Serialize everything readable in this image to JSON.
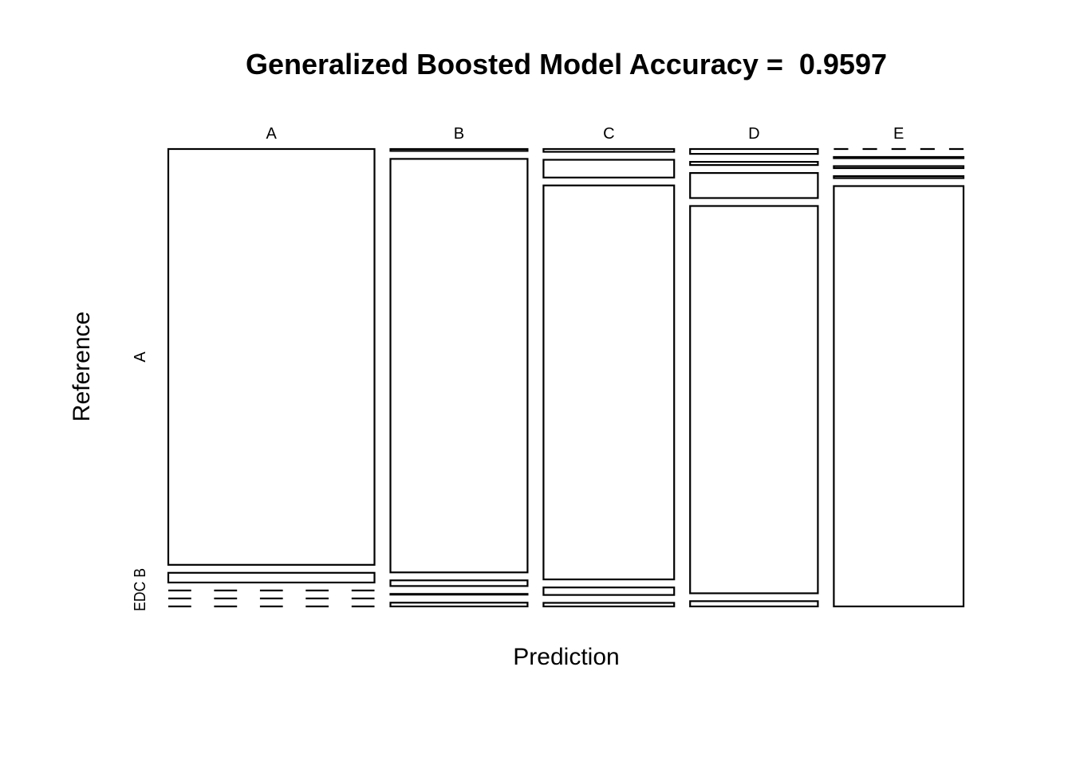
{
  "chart_data": {
    "type": "mosaic",
    "title": "Generalized Boosted Model Accuracy =  0.9597",
    "xlabel": "Prediction",
    "ylabel": "Reference",
    "x_categories": [
      "A",
      "B",
      "C",
      "D",
      "E"
    ],
    "y_tick_labels": [
      "A",
      "B",
      "C",
      "D",
      "E"
    ],
    "y_tick_label_strip": "EDC B",
    "rows": [
      "A",
      "B",
      "C",
      "D",
      "E"
    ],
    "cols": [
      "A",
      "B",
      "C",
      "D",
      "E"
    ],
    "matrix": [
      [
        1665,
        39,
        0,
        0,
        0
      ],
      [
        5,
        1101,
        15,
        2,
        10
      ],
      [
        7,
        45,
        1000,
        19,
        9
      ],
      [
        12,
        8,
        62,
        961,
        13
      ],
      [
        0,
        3,
        5,
        5,
        1059
      ]
    ],
    "matrix_note": "rows = Prediction, cols = Reference (counts estimated from tile proportions)"
  }
}
